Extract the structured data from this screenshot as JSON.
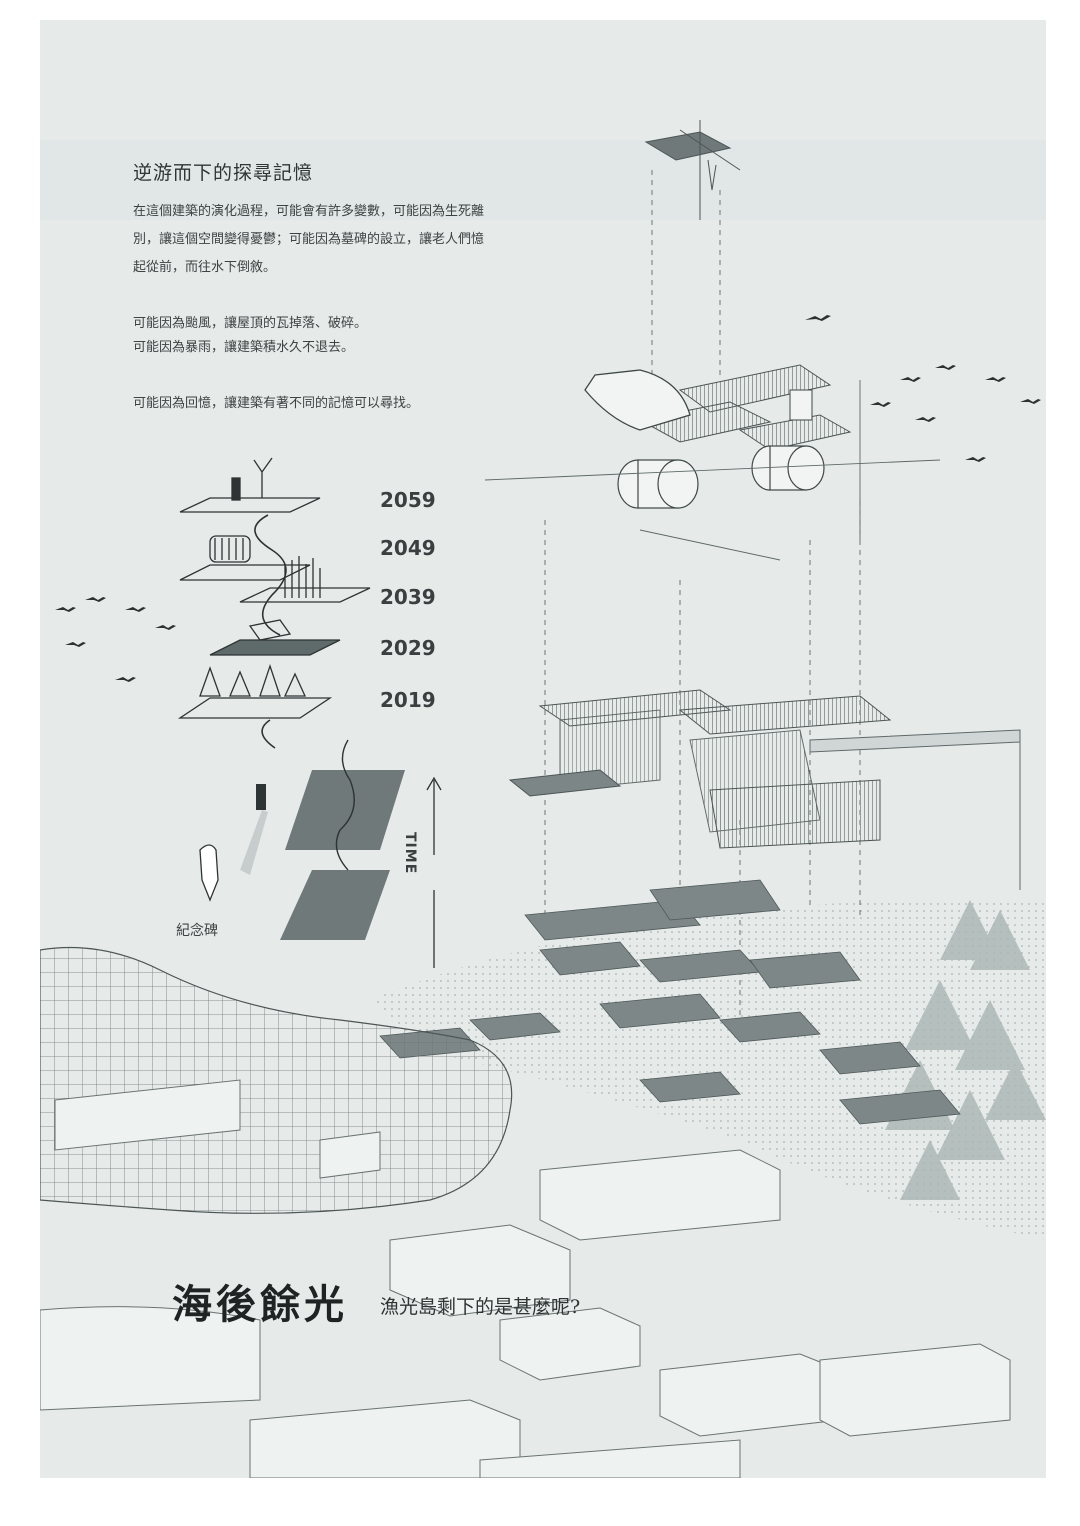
{
  "intro": {
    "title": "逆游而下的探尋記憶",
    "p1": "在這個建築的演化過程，可能會有許多變數，可能因為生死離別，讓這個空間變得憂鬱；可能因為墓碑的設立，讓老人們憶起從前，而往水下倒敘。",
    "p2a": "可能因為颱風，讓屋頂的瓦掉落、破碎。",
    "p2b": "可能因為暴雨，讓建築積水久不退去。",
    "p3": "可能因為回憶，讓建築有著不同的記憶可以尋找。"
  },
  "timeline": {
    "years": [
      "2059",
      "2049",
      "2039",
      "2029",
      "2019"
    ],
    "axis_label": "TIME",
    "monument_label": "紀念碑"
  },
  "footer": {
    "title": "海後餘光",
    "subtitle": "漁光島剩下的是甚麼呢?"
  },
  "colors": {
    "paper": "#e6ebea",
    "ink": "#3a3f40",
    "plate": "#6f7979",
    "tree": "#a9b5b4"
  }
}
